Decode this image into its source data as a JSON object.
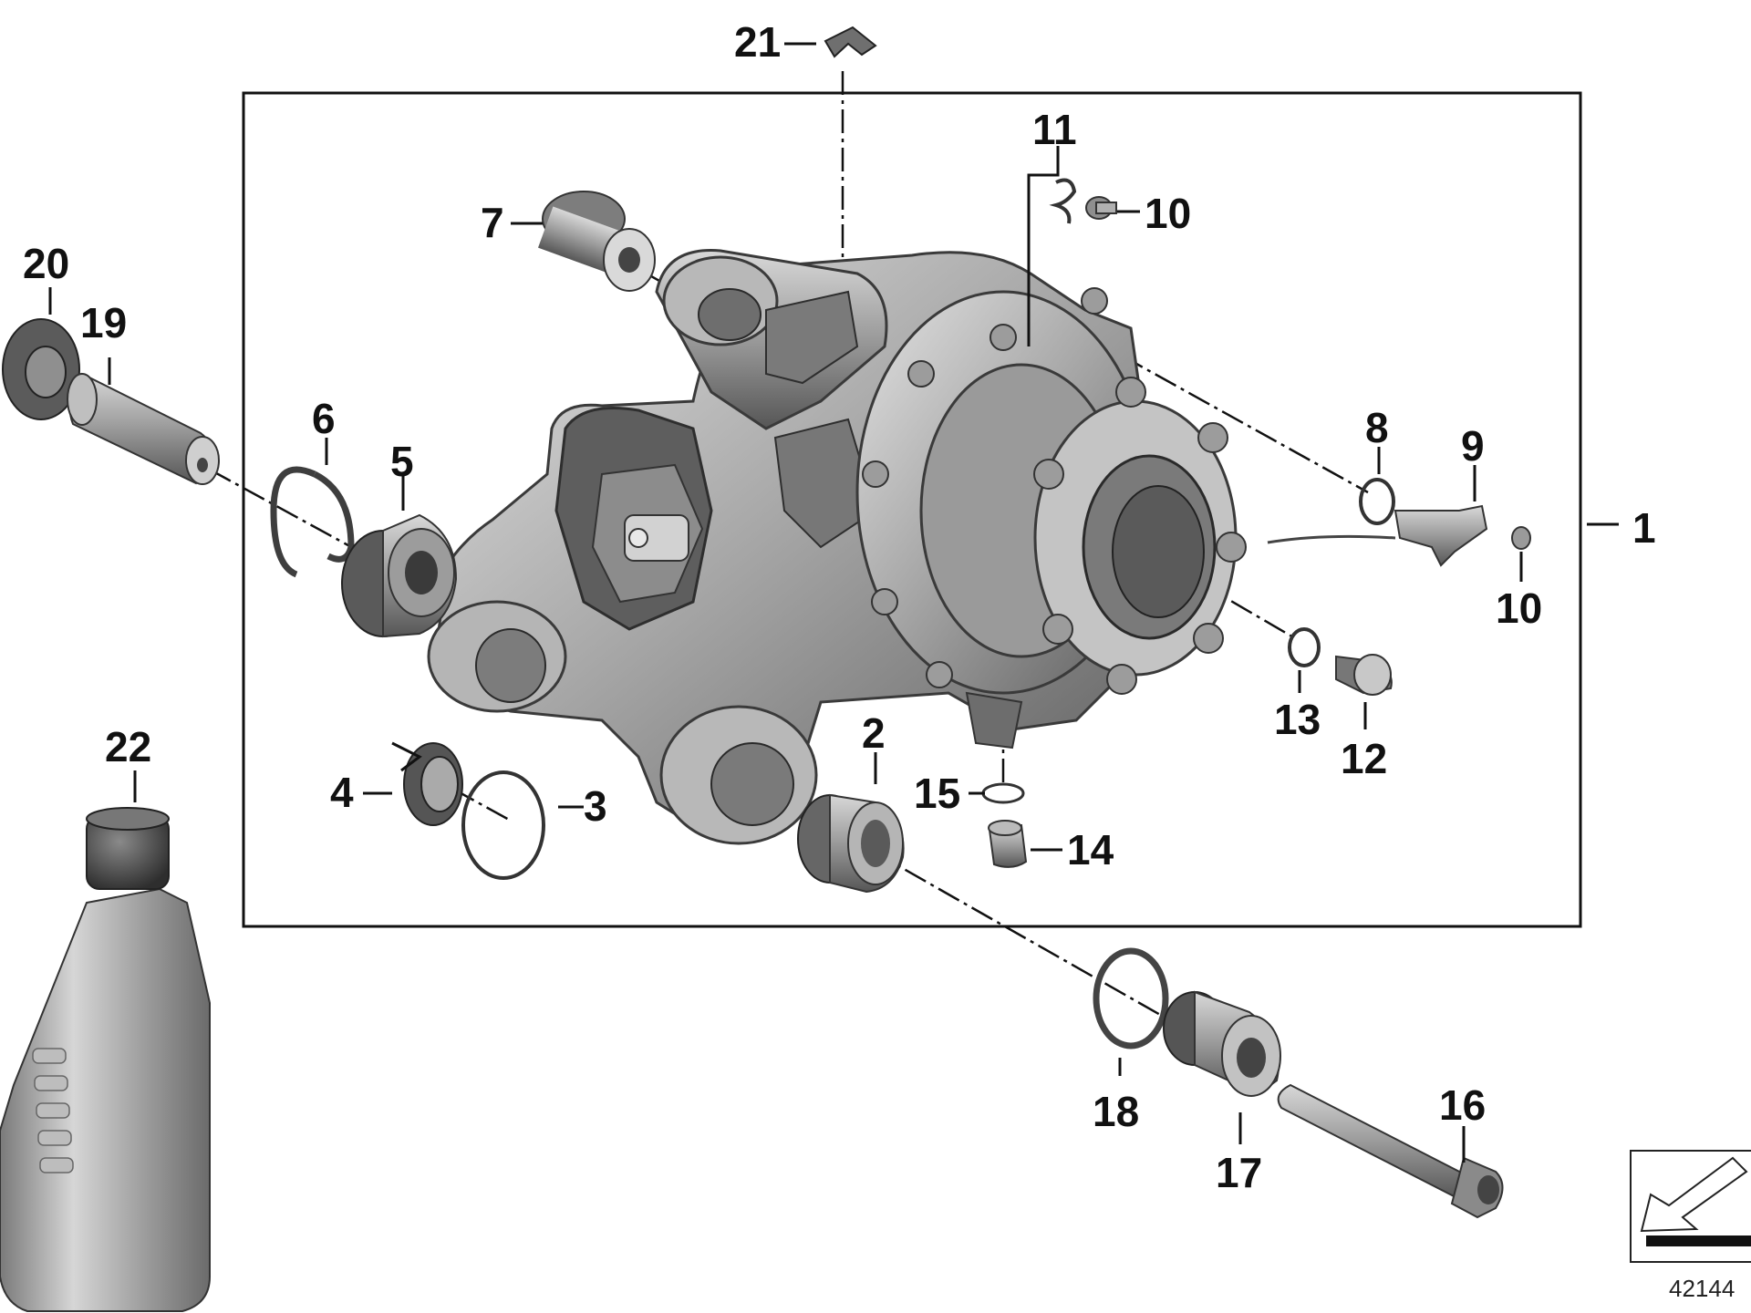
{
  "diagram": {
    "callouts": {
      "c1": "1",
      "c2": "2",
      "c3": "3",
      "c4": "4",
      "c5": "5",
      "c6": "6",
      "c7": "7",
      "c8": "8",
      "c9": "9",
      "c10a": "10",
      "c10b": "10",
      "c11": "11",
      "c12": "12",
      "c13": "13",
      "c14": "14",
      "c15": "15",
      "c16": "16",
      "c17": "17",
      "c18": "18",
      "c19": "19",
      "c20": "20",
      "c21": "21",
      "c22": "22"
    },
    "reference_number": "42144"
  },
  "colors": {
    "metal_light": "#c9c9c9",
    "metal_mid": "#9c9c9c",
    "metal_dark": "#4f4f4f",
    "line": "#111111",
    "background": "#ffffff"
  },
  "icons": {
    "orientation": "arrow-orientation-icon"
  }
}
